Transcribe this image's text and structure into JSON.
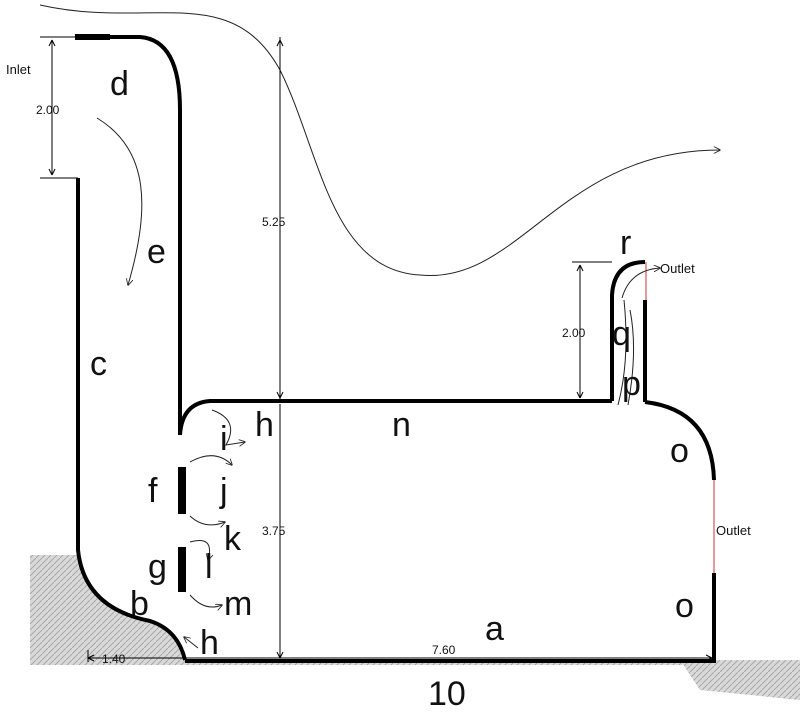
{
  "labels": {
    "a": "a",
    "b": "b",
    "c": "c",
    "d": "d",
    "e": "e",
    "f": "f",
    "g": "g",
    "h_top": "h",
    "h_bottom": "h",
    "i": "i",
    "j": "j",
    "k": "k",
    "l": "l",
    "m": "m",
    "n": "n",
    "o_upper": "o",
    "o_lower": "o",
    "p": "p",
    "q": "q",
    "r": "r"
  },
  "annotations": {
    "inlet": "Inlet",
    "outlet_top": "Outlet",
    "outlet_side": "Outlet"
  },
  "dimensions": {
    "inlet_height": "2.00",
    "upper_height": "5.25",
    "lower_height": "3.75",
    "outlet_height": "2.00",
    "bottom_left": "1.40",
    "bottom_main": "7.60",
    "total_width": "10"
  },
  "colors": {
    "wall": "#000000",
    "outlet_line": "#cc3333",
    "ground_fill": "#d8d8d8"
  }
}
